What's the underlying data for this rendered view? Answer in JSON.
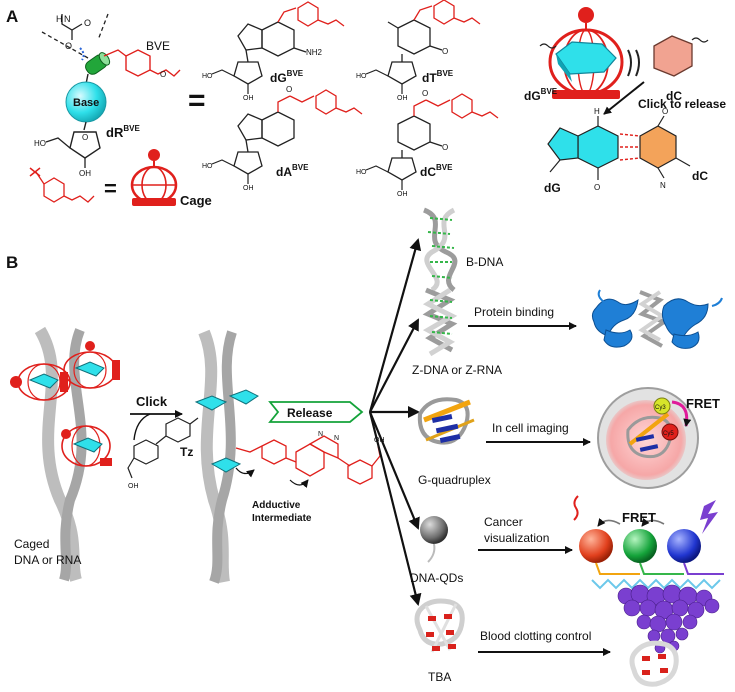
{
  "panel_a": {
    "label": "A",
    "bve": "BVE",
    "base": "Base",
    "dr": "dR",
    "dr_sup": "BVE",
    "equals_1": "=",
    "equals_2": "=",
    "cage": "Cage",
    "nucleosides": [
      {
        "name": "dG",
        "sup": "BVE",
        "nh2": "NH2"
      },
      {
        "name": "dT",
        "sup": "BVE"
      },
      {
        "name": "dA",
        "sup": "BVE"
      },
      {
        "name": "dC",
        "sup": "BVE"
      }
    ],
    "dg_bve_cage": "dG",
    "dg_bve_cage_sup": "BVE",
    "dc_label": "dC",
    "click_to_release": "Click to release",
    "pair_dg": "dG",
    "pair_dc": "dC"
  },
  "panel_b": {
    "label": "B",
    "caged": "Caged",
    "dna_or_rna": "DNA or RNA",
    "click": "Click",
    "tz": "Tz",
    "release": "Release",
    "adductive_1": "Adductive",
    "adductive_2": "Intermediate",
    "outcomes": [
      {
        "name": "B-DNA"
      },
      {
        "name": "Z-DNA or Z-RNA",
        "application": "Protein binding"
      },
      {
        "name": "G-quadruplex",
        "application": "In cell imaging",
        "tag": "FRET",
        "cy3": "Cy3",
        "cy5": "Cy5"
      },
      {
        "name": "DNA-QDs",
        "application_1": "Cancer",
        "application_2": "visualization",
        "tag": "FRET"
      },
      {
        "name": "TBA",
        "application": "Blood clotting control"
      }
    ]
  },
  "colors": {
    "cage_red": "#e0201c",
    "base_cyan": "#2fe0ea",
    "release_blue": "#2a2fb5",
    "fret_magenta": "#e01b9a",
    "protein_blue": "#1f7fd6",
    "qd_red": "#e1401d",
    "qd_green": "#14a33a",
    "qd_blue": "#2136d0",
    "dc_orange": "#f3a35a",
    "tba_purple": "#7a3fd0"
  }
}
